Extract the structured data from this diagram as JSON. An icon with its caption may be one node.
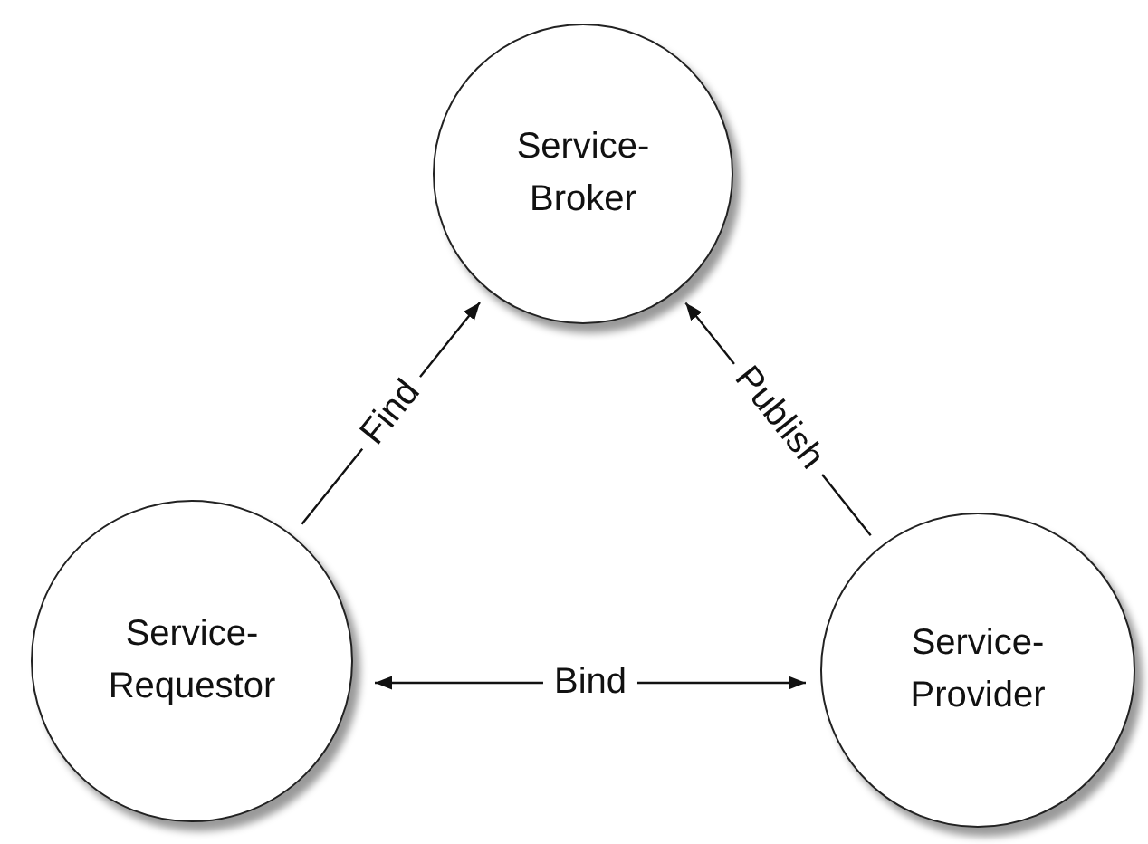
{
  "diagram": {
    "nodes": [
      {
        "text": [
          "Service-Broker"
        ]
      },
      {
        "text": [
          "Service-Requestor"
        ]
      },
      {
        "text": [
          "Service-Provider"
        ]
      }
    ],
    "edges": [
      {
        "from": 1,
        "to": 0,
        "arrow": "to",
        "label": "Find"
      },
      {
        "from": 2,
        "to": 0,
        "arrow": "to",
        "label": "Publish"
      },
      {
        "from": 1,
        "to": 2,
        "arrow": "both",
        "label": "Bind"
      }
    ]
  }
}
